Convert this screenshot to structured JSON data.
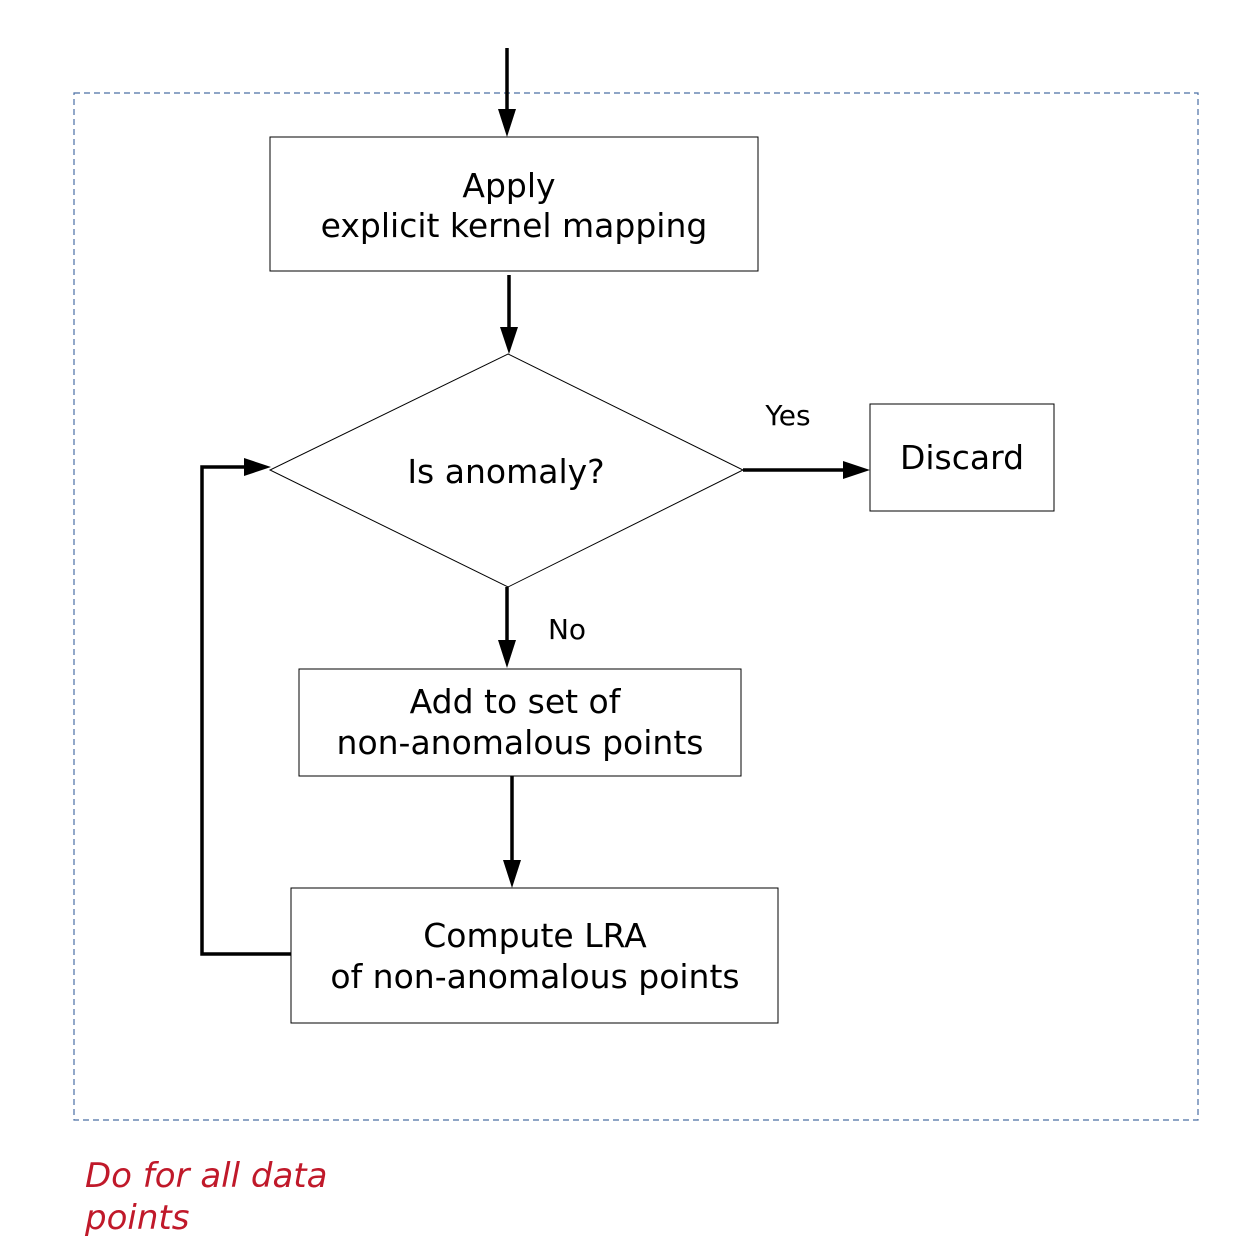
{
  "nodes": {
    "apply": {
      "line1": "Apply",
      "line2": "explicit kernel mapping"
    },
    "decision": {
      "label": "Is anomaly?"
    },
    "discard": {
      "label": "Discard"
    },
    "add": {
      "line1": "Add to set of",
      "line2": "non-anomalous points"
    },
    "compute": {
      "line1": "Compute LRA",
      "line2": "of non-anomalous points"
    }
  },
  "edges": {
    "yes_label": "Yes",
    "no_label": "No"
  },
  "loop_caption": "Do for all data points",
  "colors": {
    "loop_border": "#4a6fa5",
    "caption": "#c0192a",
    "stroke": "#000000"
  }
}
